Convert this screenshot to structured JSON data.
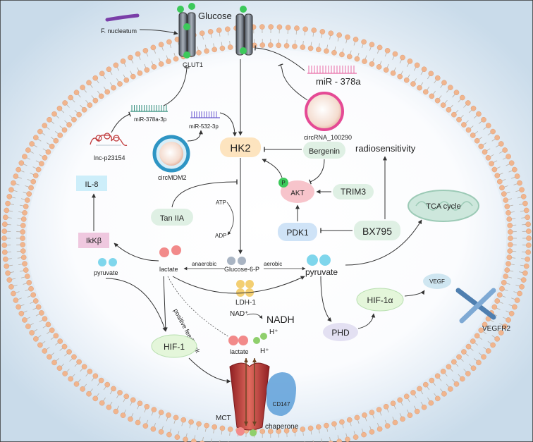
{
  "labels": {
    "glucose": "Glucose",
    "f_nucleatum": "F. nucleatum",
    "glut1": "GLUT1",
    "mir378a": "miR - 378a",
    "mir378a_3p": "miR-378a-3p",
    "mir532_3p": "miR-532-3p",
    "lnc_p23154": "lnc-p23154",
    "circmdm2": "circMDM2",
    "circrna_100290": "circRNA_100290",
    "hk2": "HK2",
    "bergenin": "Bergenin",
    "radiosensitivity": "radiosensitivity",
    "p": "P",
    "akt": "AKT",
    "trim3": "TRIM3",
    "tca_cycle": "TCA cycle",
    "tan_iia": "Tan IIA",
    "atp": "ATP",
    "adp": "ADP",
    "pdk1": "PDK1",
    "bx795": "BX795",
    "il8": "IL-8",
    "ikkb": "IkKβ",
    "lactate": "lactate",
    "anaerobic": "anaerobic",
    "glucose_6_p": "Glucose-6-P",
    "aerobic": "aerobic",
    "pyruvate_main": "pyruvate",
    "ldh1": "LDH-1",
    "pyruvate_left": "pyruvate",
    "nad": "NAD⁺",
    "nadh": "NADH",
    "h_plus": "H⁺",
    "positive_feedback": "positive feedback",
    "hif1": "HIF-1",
    "hif1a": "HIF-1α",
    "vegf": "VEGF",
    "vegfr2": "VEGFR2",
    "phd": "PHD",
    "lactate_out": "lactate",
    "h_plus_out": "H⁺",
    "mct": "MCT",
    "cd147": "CD147",
    "chaperone": "chaperone"
  },
  "colors": {
    "lipid_head": "#f0b58e",
    "hk2_box": "#fde4bf",
    "akt_box": "#f7c4cb",
    "pdk1_box": "#cfe3f7",
    "green_box": "#dff0e4",
    "hif_box": "#e4f6da",
    "phd_box": "#e3e0f2",
    "ikk_box": "#efc8df",
    "il8_box": "#cdeefa",
    "mct_red": "#c0393b",
    "cd147_blue": "#5d9fd8",
    "glucose_green": "#3cc95a"
  }
}
